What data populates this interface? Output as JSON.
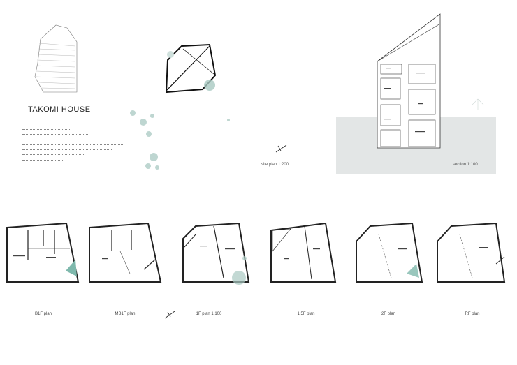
{
  "sheet": {
    "title": "TAKOMI HOUSE",
    "site_plan_caption": "site plan 1:200",
    "section_caption": "section 1:100"
  },
  "plans": [
    {
      "label": "B1F plan"
    },
    {
      "label": "MB1F plan"
    },
    {
      "label": "1F plan 1:100"
    },
    {
      "label": "1.5F plan"
    },
    {
      "label": "2F plan"
    },
    {
      "label": "RF plan"
    }
  ],
  "colors": {
    "line": "#222222",
    "ground": "#e3e6e6",
    "tree": "#a9c9c2",
    "accent": "#7fb9ad"
  },
  "icons": [
    "north-arrow-icon"
  ]
}
